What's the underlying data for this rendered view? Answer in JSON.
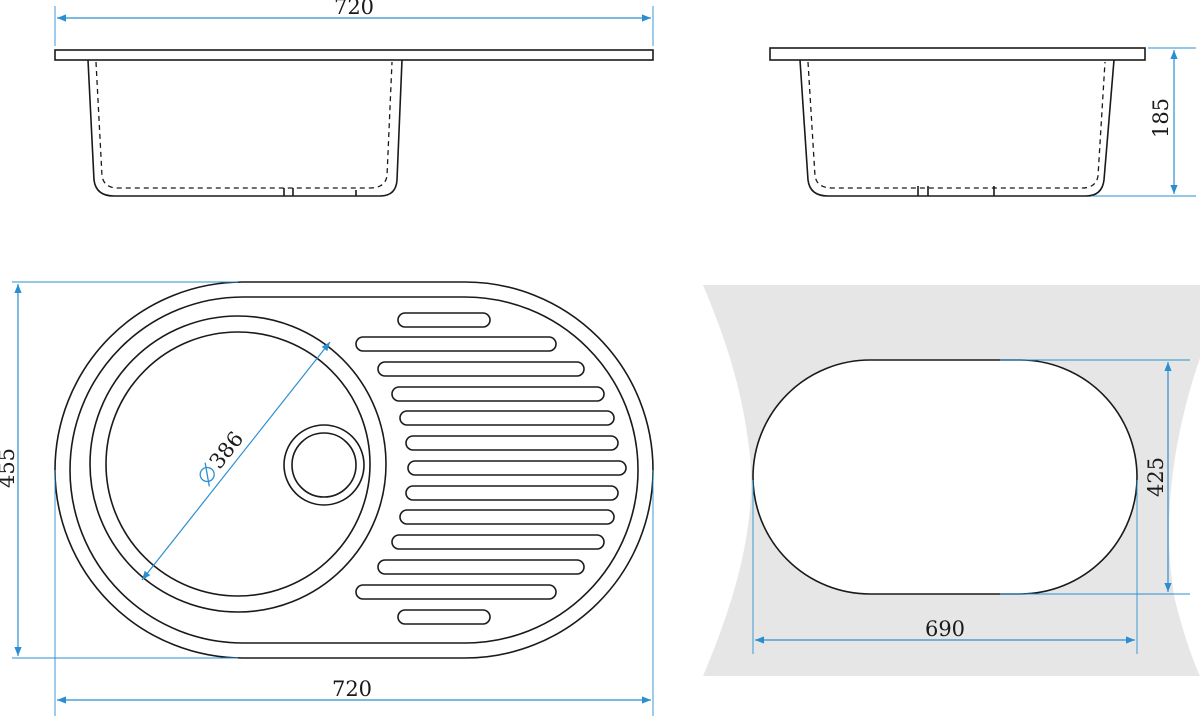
{
  "colors": {
    "dimension": "#2a8fd1",
    "outline": "#1a1a1a",
    "countertop": "#e6e6e6"
  },
  "dimensions": {
    "front_width": "720",
    "side_height": "185",
    "plan_height": "455",
    "bowl_diameter": "386",
    "plan_width": "720",
    "cutout_height": "425",
    "cutout_width": "690"
  }
}
